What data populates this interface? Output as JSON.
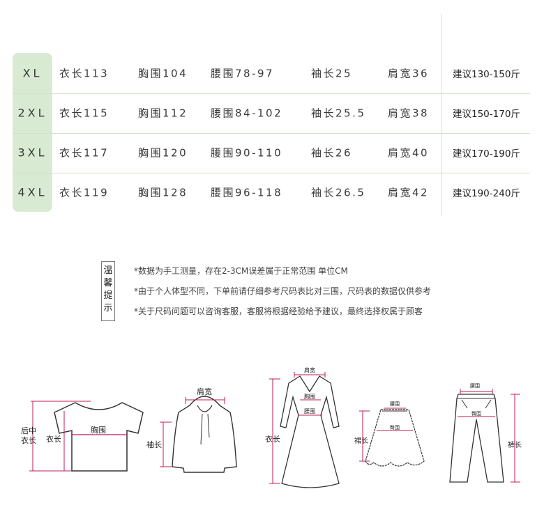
{
  "size_table": {
    "rows": [
      {
        "size": "XL",
        "length": "衣长113",
        "chest": "胸围104",
        "waist": "腰围78-97",
        "sleeve": "袖长25",
        "shoulder": "肩宽36",
        "weight": "建议130-150斤"
      },
      {
        "size": "2XL",
        "length": "衣长115",
        "chest": "胸围112",
        "waist": "腰围84-102",
        "sleeve": "袖长25.5",
        "shoulder": "肩宽38",
        "weight": "建议150-170斤"
      },
      {
        "size": "3XL",
        "length": "衣长117",
        "chest": "胸围120",
        "waist": "腰围90-110",
        "sleeve": "袖长26",
        "shoulder": "肩宽40",
        "weight": "建议170-190斤"
      },
      {
        "size": "4XL",
        "length": "衣长119",
        "chest": "胸围128",
        "waist": "腰围96-118",
        "sleeve": "袖长26.5",
        "shoulder": "肩宽42",
        "weight": "建议190-240斤"
      }
    ]
  },
  "tips": {
    "title": "温馨提示",
    "items": [
      "*数据为手工测量，存在2-3CM误差属于正常范围    单位CM",
      "*由于个人体型不同，下单前请仔细参考尺码表比对三围，尺码表的数据仅供参考",
      "*关于尺码问题可以咨询客服，客服将根据经验给予建议，最终选择权属于顾客"
    ]
  },
  "illustrations": {
    "tshirt": {
      "label_back1": "后中",
      "label_back2": "衣长",
      "label_length": "衣长",
      "label_chest": "胸围"
    },
    "hoodie": {
      "label_shoulder": "肩宽",
      "label_sleeve": "袖长"
    },
    "dress": {
      "label_shoulder": "肩宽",
      "label_chest": "胸围",
      "label_waist": "腰围",
      "label_length": "衣长"
    },
    "skirt": {
      "label_waist": "腰围",
      "label_hip": "臀围",
      "label_length": "裙长"
    },
    "pants": {
      "label_waist": "腰围",
      "label_hip": "臀围",
      "label_length": "裤长"
    }
  },
  "colors": {
    "accent_bg": "#d9ead3",
    "line": "#cfe3c8",
    "measure": "#c2185b"
  }
}
